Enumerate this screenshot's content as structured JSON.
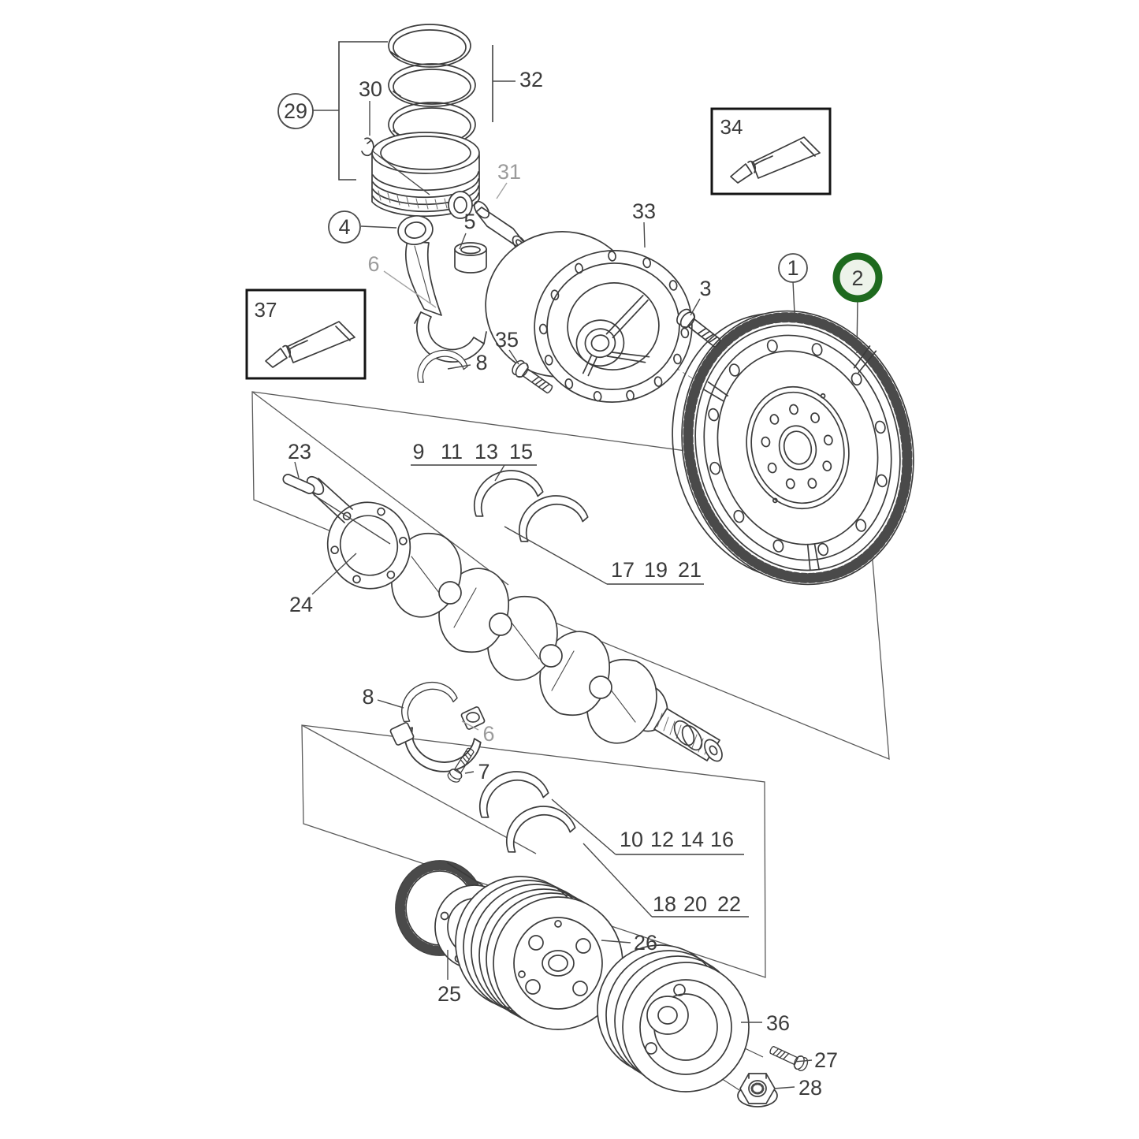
{
  "diagram": {
    "type": "exploded-parts-diagram",
    "subject": "engine crankshaft, piston and flywheel assembly",
    "line_color": "#3c3c3c",
    "background_color": "#ffffff",
    "highlight": {
      "highlighted_callout": "2",
      "ring_color": "#1e6a1e",
      "fill_color": "#edf3ea"
    },
    "icons": {
      "box34": "sealant-tube-icon",
      "box37": "sealant-tube-icon"
    },
    "labels": {
      "n29": "29",
      "n30": "30",
      "n31": "31",
      "n32": "32",
      "n4": "4",
      "n5": "5",
      "n6_rod": "6",
      "n8_rod": "8",
      "n37": "37",
      "n34": "34",
      "n33": "33",
      "n35": "35",
      "n3": "3",
      "n1": "1",
      "n2": "2",
      "n23": "23",
      "n24": "24",
      "n9": "9",
      "n11": "11",
      "n13": "13",
      "n15": "15",
      "n17": "17",
      "n19": "19",
      "n21": "21",
      "n8_cap": "8",
      "n6_cap": "6",
      "n7": "7",
      "n10": "10",
      "n12": "12",
      "n14": "14",
      "n16": "16",
      "n18": "18",
      "n20": "20",
      "n22": "22",
      "n25": "25",
      "n26": "26",
      "n36": "36",
      "n27": "27",
      "n28": "28"
    }
  }
}
